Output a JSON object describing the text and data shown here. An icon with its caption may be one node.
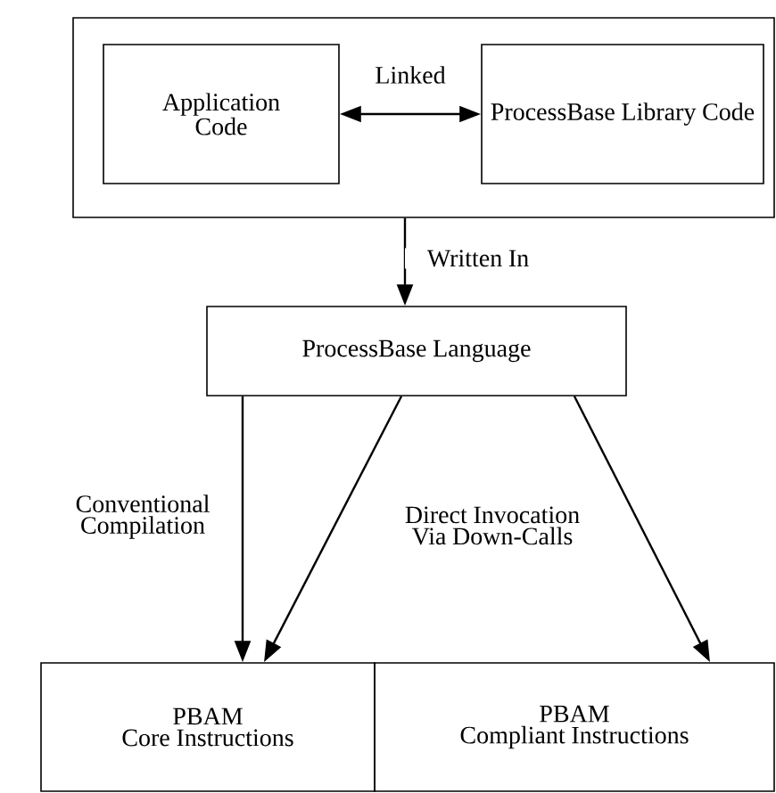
{
  "diagram": {
    "nodes": [
      {
        "text": [],
        "shape": "box"
      },
      {
        "text": [
          "Application Code"
        ],
        "in": 0
      },
      {
        "text": [
          "ProcessBase Library Code"
        ],
        "in": 0
      },
      {
        "text": [
          "ProcessBase Language"
        ]
      },
      {
        "text": [
          "PBAM",
          "Core Instructions"
        ]
      },
      {
        "text": [
          "PBAM",
          "Compliant Instructions"
        ]
      }
    ],
    "edges": [
      {
        "from": 1,
        "to": 2,
        "arrow": "both",
        "label": "Linked"
      },
      {
        "from": 0,
        "to": 3,
        "arrow": "to",
        "label": "Written In"
      },
      {
        "from": 3,
        "to": 4,
        "arrow": "to",
        "label": "Conventional Compilation"
      },
      {
        "from": 3,
        "to": 4,
        "arrow": "to",
        "label": "Direct Invocation Via Down-Calls"
      },
      {
        "from": 3,
        "to": 5,
        "arrow": "to"
      }
    ]
  }
}
